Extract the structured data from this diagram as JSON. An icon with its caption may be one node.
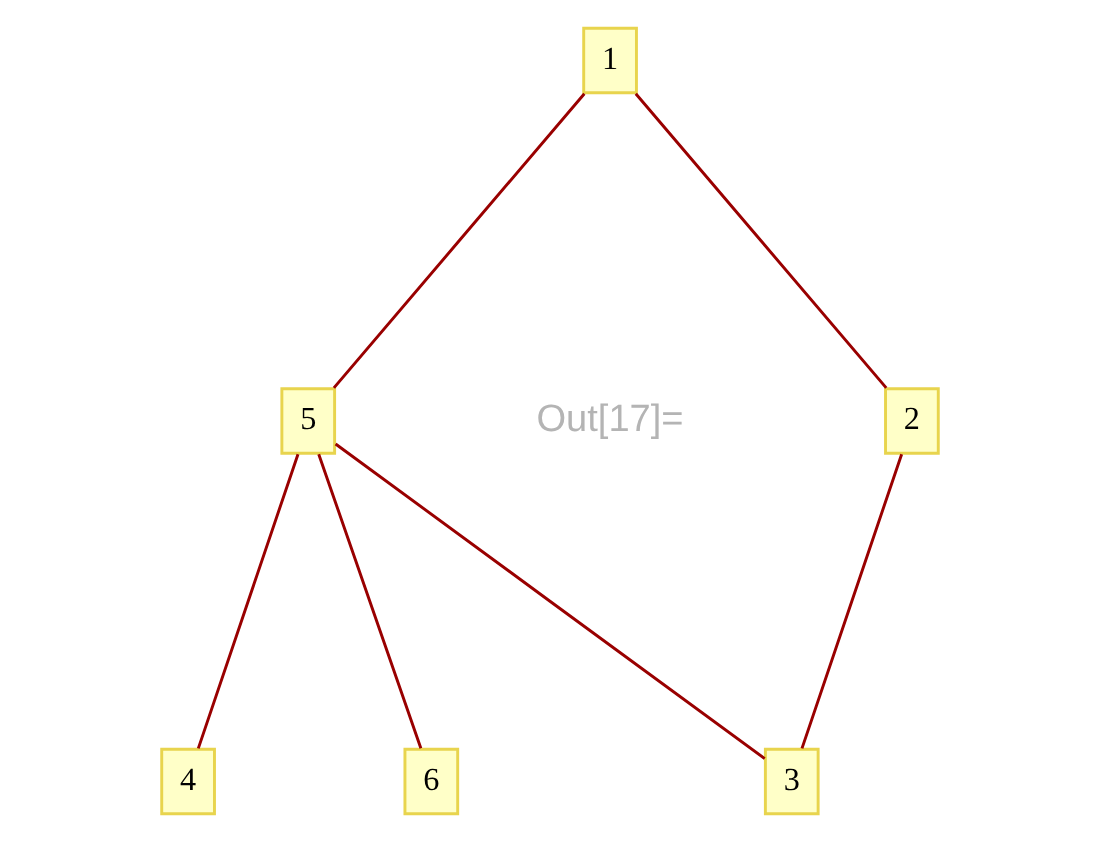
{
  "diagram": {
    "nodes": [
      {
        "text": [
          "1"
        ]
      },
      {
        "text": [
          "2"
        ]
      },
      {
        "text": [
          "3"
        ]
      },
      {
        "text": [
          "4"
        ]
      },
      {
        "text": [
          "5"
        ]
      },
      {
        "text": [
          "6"
        ]
      }
    ],
    "edges": [
      {
        "from": 0,
        "to": 1,
        "arrow": "none"
      },
      {
        "from": 0,
        "to": 4,
        "arrow": "none"
      },
      {
        "from": 1,
        "to": 2,
        "arrow": "none"
      },
      {
        "from": 4,
        "to": 2,
        "arrow": "none"
      },
      {
        "from": 4,
        "to": 3,
        "arrow": "none"
      },
      {
        "from": 4,
        "to": 5,
        "arrow": "none"
      }
    ],
    "labels": [
      "Out[17]="
    ]
  }
}
